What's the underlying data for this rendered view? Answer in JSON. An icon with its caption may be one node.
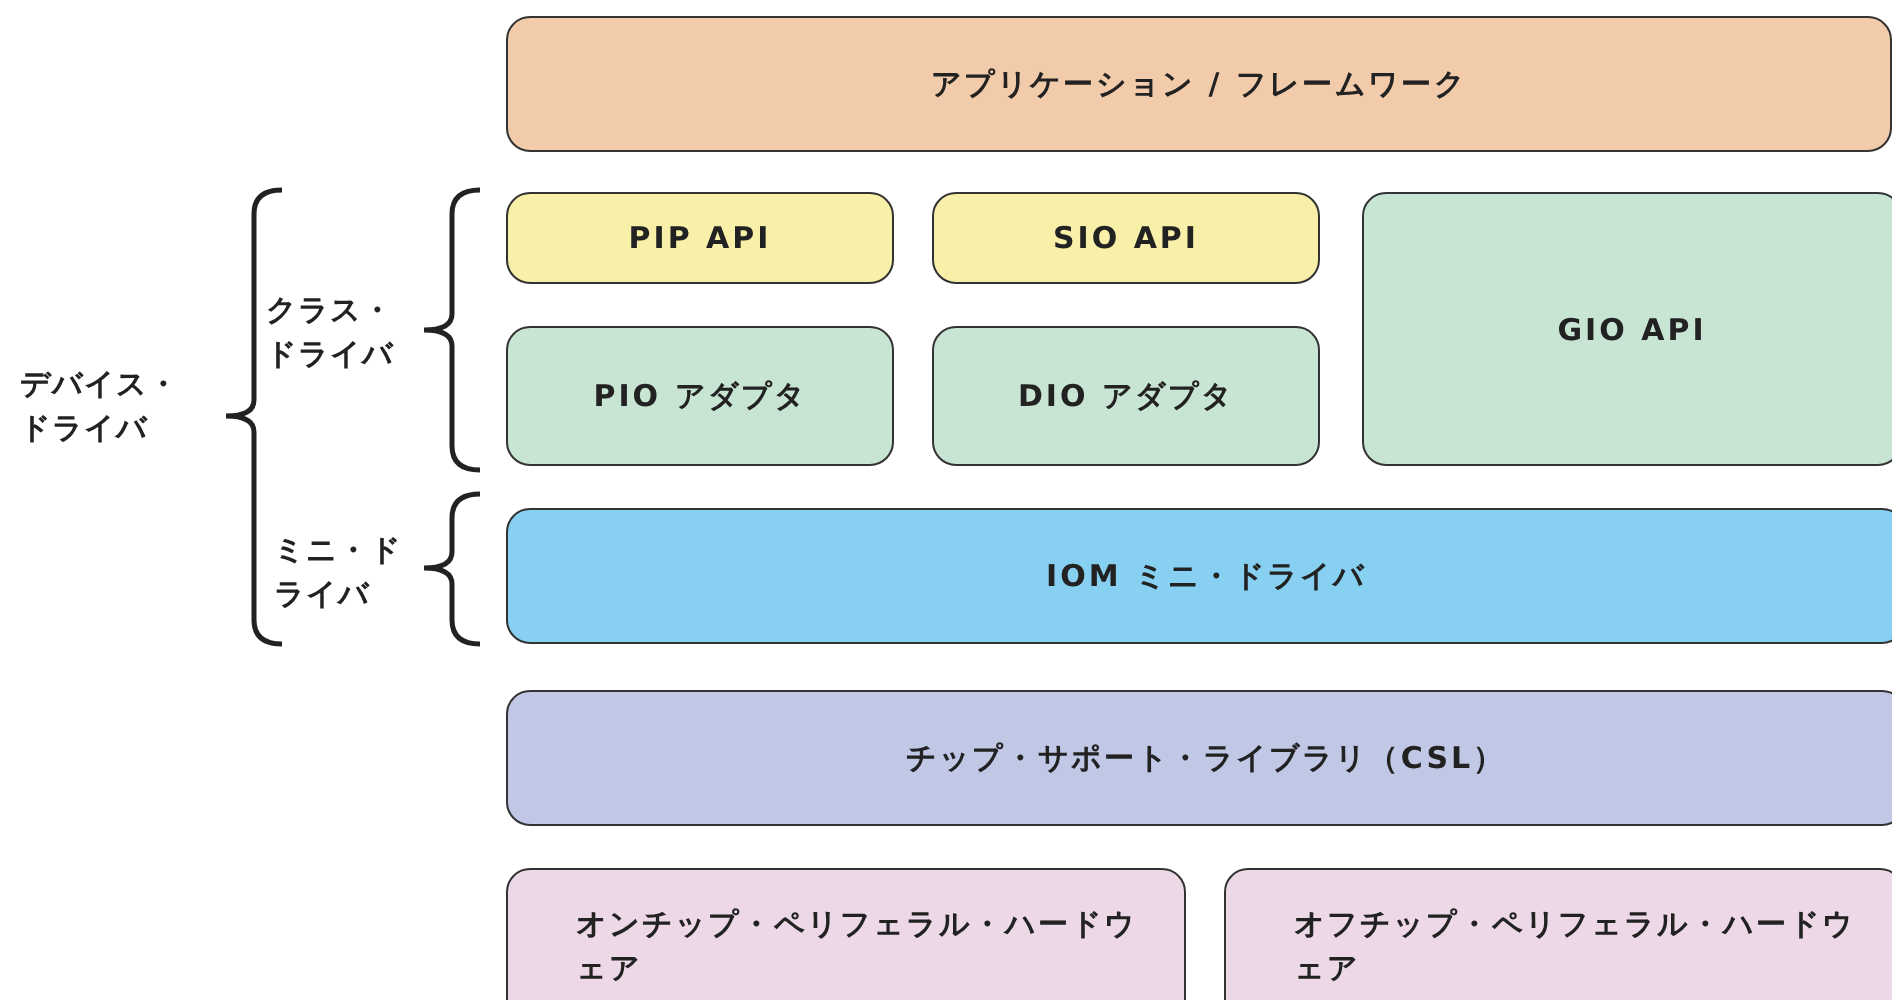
{
  "diagram": {
    "nodes": [
      {
        "text": [
          "アプリケーション / フレームワーク"
        ]
      },
      {
        "text": [
          "PIP API"
        ]
      },
      {
        "text": [
          "SIO API"
        ]
      },
      {
        "text": [
          "GIO API"
        ]
      },
      {
        "text": [
          "PIO アダプタ"
        ]
      },
      {
        "text": [
          "DIO アダプタ"
        ]
      },
      {
        "text": [
          "IOM ミニ・ドライバ"
        ]
      },
      {
        "text": [
          "チップ・サポート・ライブラリ（CSL）"
        ]
      },
      {
        "text": [
          "オンチップ・ペリフェラル・ハードウェア"
        ]
      },
      {
        "text": [
          "オフチップ・ペリフェラル・ハードウェア"
        ]
      }
    ],
    "labels": [
      "デバイス・ドライバ",
      "クラス・ドライバ",
      "ミニ・ドライバ"
    ]
  }
}
